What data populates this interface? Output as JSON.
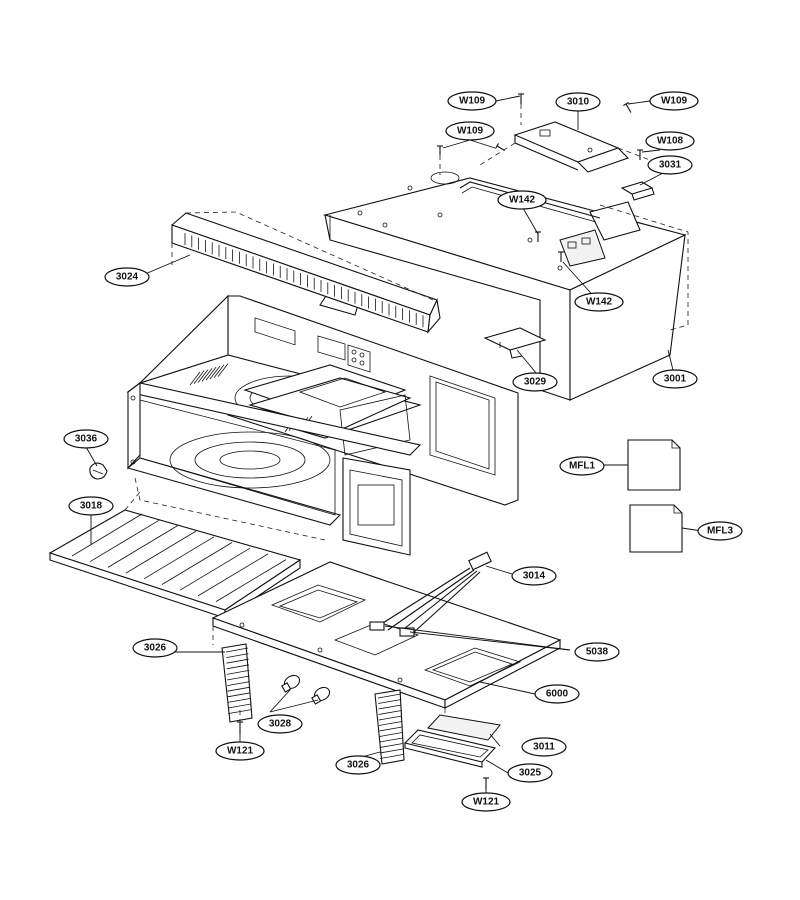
{
  "labels": {
    "w109_a": "W109",
    "p3010": "3010",
    "w109_b": "W109",
    "w109_c": "W109",
    "w108": "W108",
    "p3031": "3031",
    "w142_a": "W142",
    "p3024": "3024",
    "w142_b": "W142",
    "p3029": "3029",
    "p3001": "3001",
    "p3036": "3036",
    "mfl1": "MFL1",
    "mfl3": "MFL3",
    "p3018": "3018",
    "p3014": "3014",
    "p3026_a": "3026",
    "p5038": "5038",
    "p6000": "6000",
    "p3028": "3028",
    "w121_a": "W121",
    "p3011": "3011",
    "p3026_b": "3026",
    "p3025": "3025",
    "w121_b": "W121"
  }
}
